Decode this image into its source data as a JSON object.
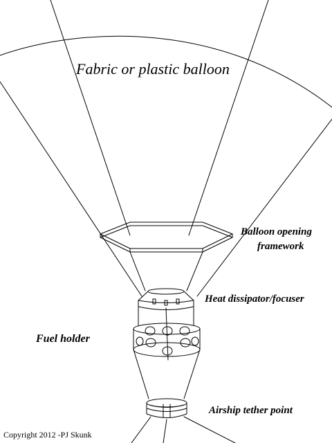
{
  "labels": {
    "balloon": "Fabric or plastic balloon",
    "opening_line1": "Balloon opening",
    "opening_line2": "framework",
    "heat": "Heat dissipator/focuser",
    "fuel": "Fuel holder",
    "tether": "Airship tether point",
    "copyright": "Copyright 2012 -PJ Skunk"
  },
  "colors": {
    "line": "#000000",
    "background": "#ffffff"
  }
}
